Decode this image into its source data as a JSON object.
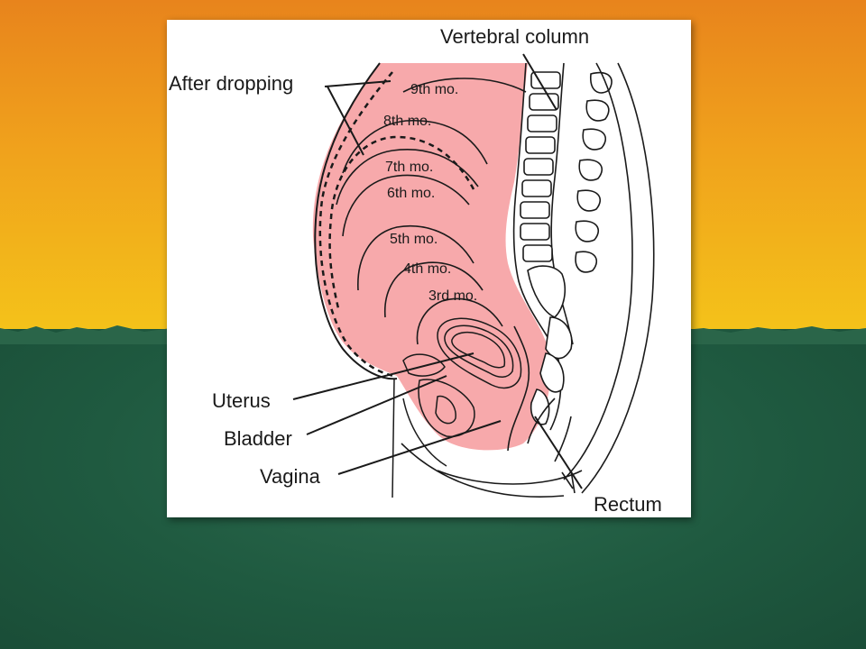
{
  "figure": {
    "labels": {
      "vertebral_column": "Vertebral column",
      "after_dropping": "After dropping",
      "uterus": "Uterus",
      "bladder": "Bladder",
      "vagina": "Vagina",
      "rectum": "Rectum"
    },
    "months": [
      "9th mo.",
      "8th mo.",
      "7th mo.",
      "6th mo.",
      "5th mo.",
      "4th mo.",
      "3rd mo."
    ]
  },
  "colors": {
    "bg_top": "#f0a21c",
    "bg_bottom": "#1f5a40",
    "uterus_fill": "#f7a9ab",
    "line": "#1a1a1a"
  }
}
